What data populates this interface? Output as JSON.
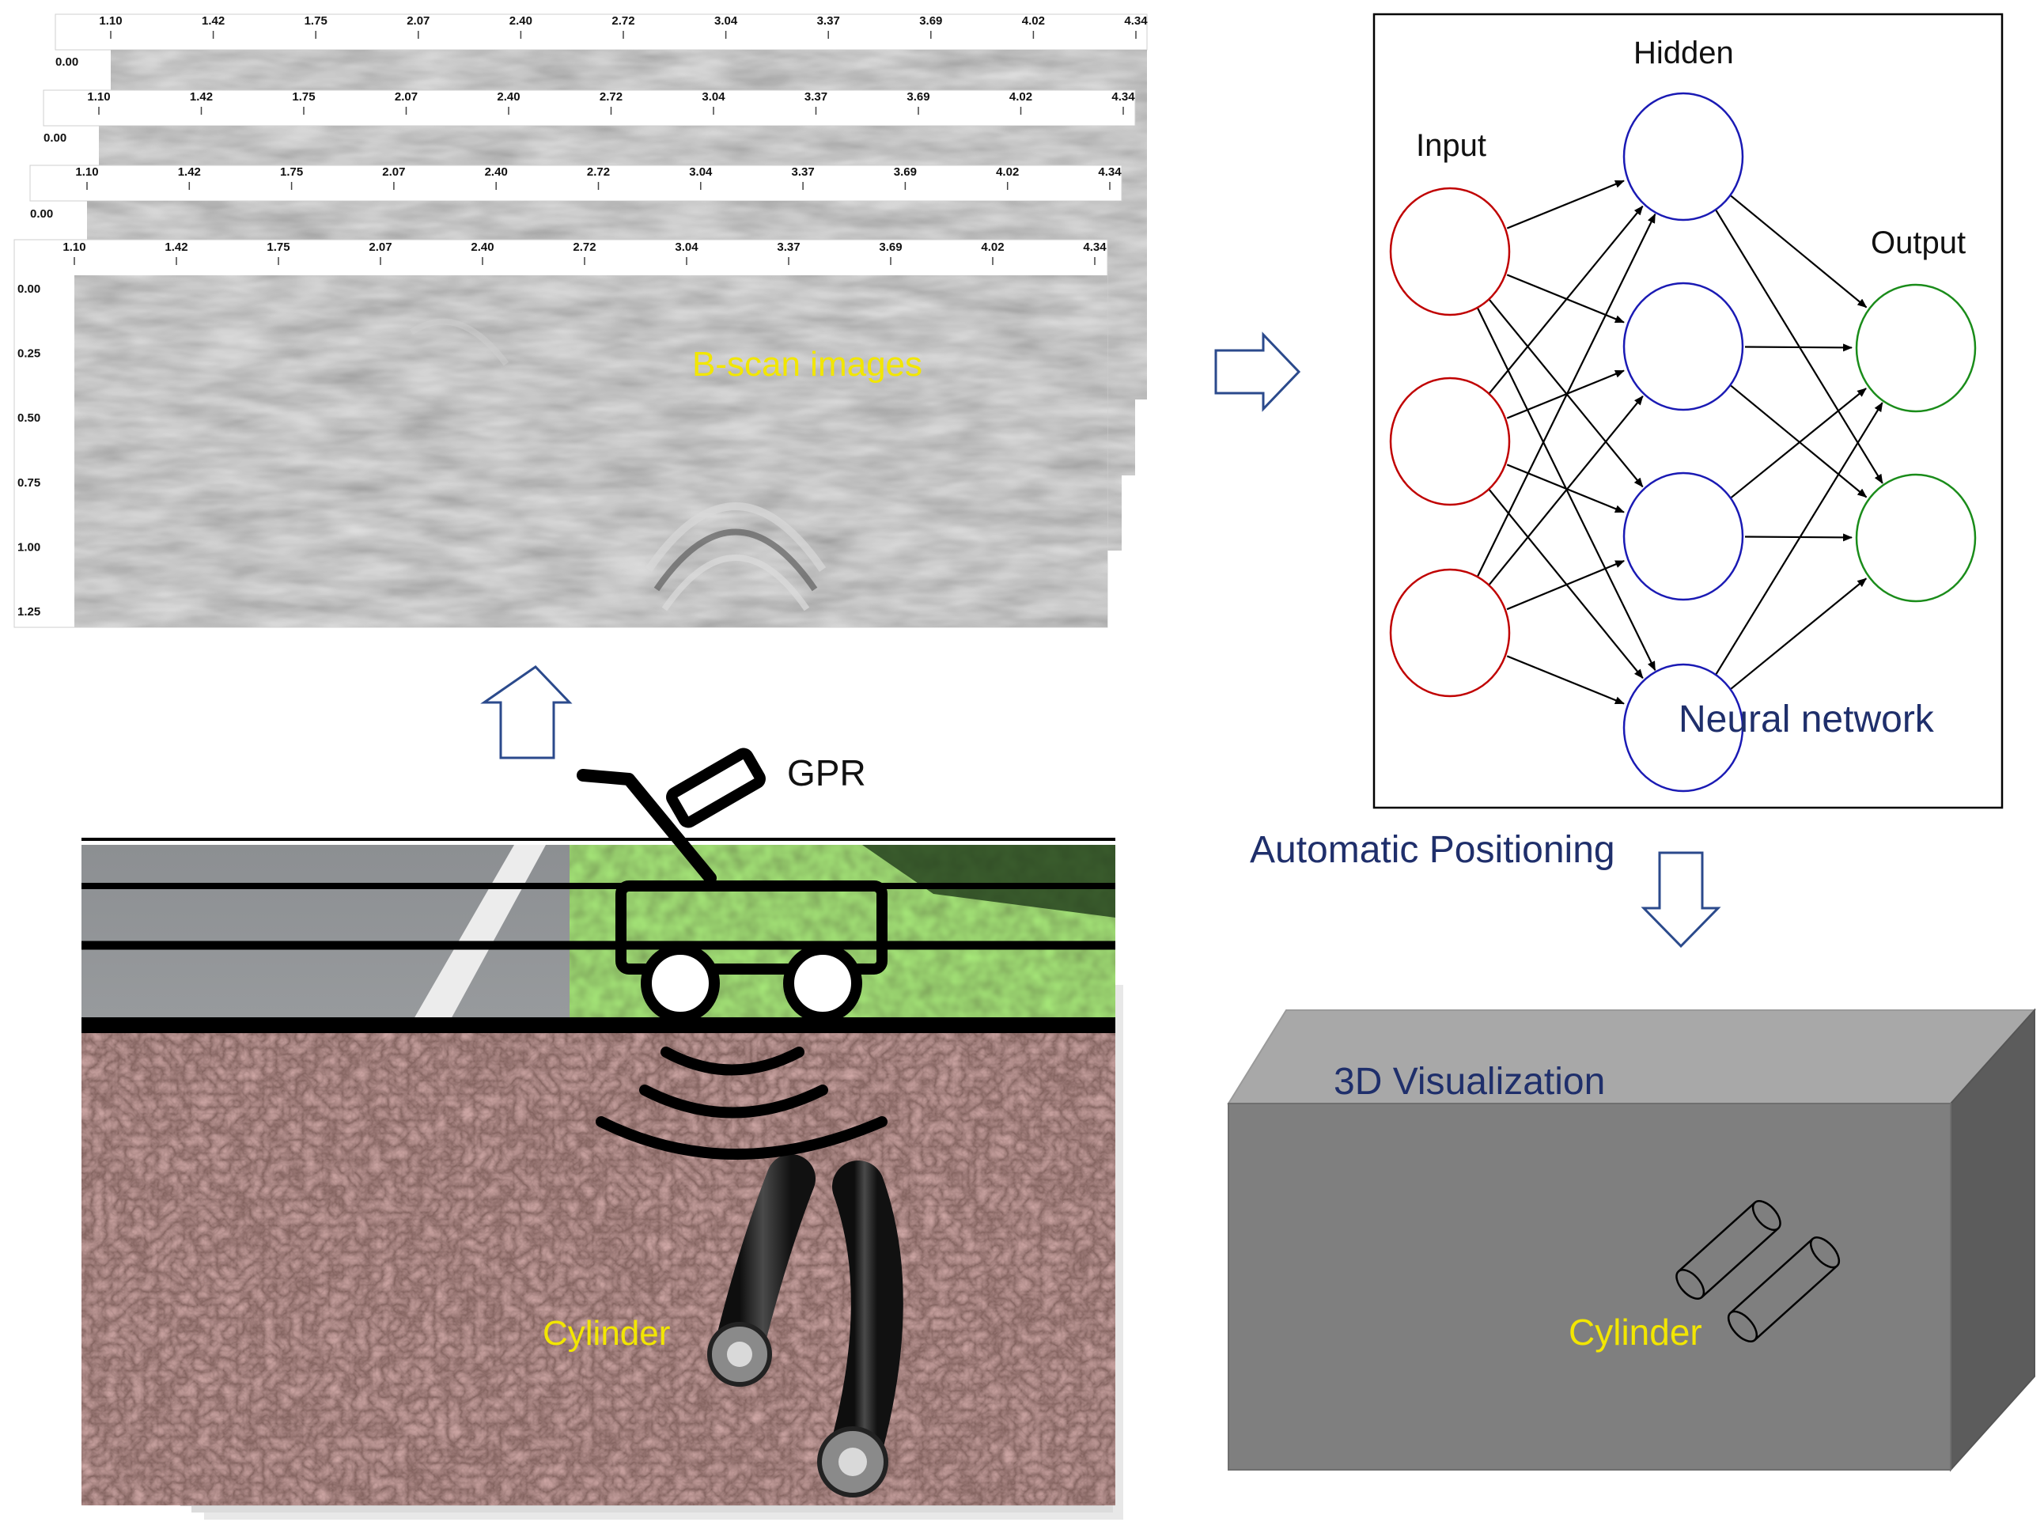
{
  "bscan": {
    "x_ticks": [
      "1.10",
      "1.42",
      "1.75",
      "2.07",
      "2.40",
      "2.72",
      "3.04",
      "3.37",
      "3.69",
      "4.02",
      "4.34"
    ],
    "y_ticks": [
      "0.00",
      "0.25",
      "0.50",
      "0.75",
      "1.00",
      "1.25"
    ],
    "label": "B-scan images"
  },
  "gpr": {
    "label": "GPR",
    "cylinder_label": "Cylinder"
  },
  "network": {
    "input_label": "Input",
    "hidden_label": "Hidden",
    "output_label": "Output",
    "caption": "Neural network",
    "input_color": "#c00000",
    "hidden_color": "#1a1ab4",
    "output_color": "#1a8c1a"
  },
  "positioning_label": "Automatic Positioning",
  "visualization": {
    "title": "3D Visualization",
    "cylinder_label": "Cylinder"
  },
  "colors": {
    "label_yellow": "#f2e600",
    "label_navy": "#1f2f6b",
    "arrow_blue": "#2b4a8c"
  }
}
